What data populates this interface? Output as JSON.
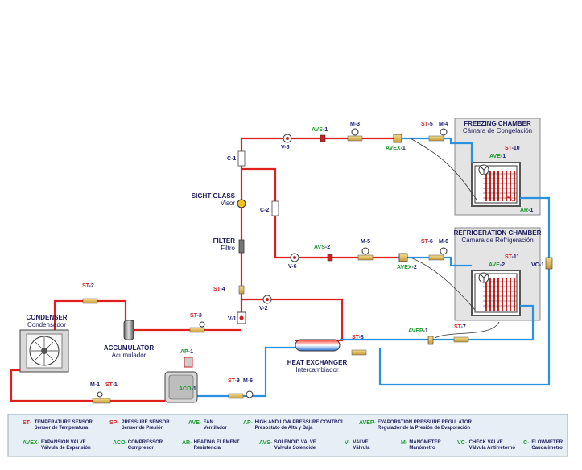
{
  "labels": {
    "freezing_chamber": {
      "en": "FREEZING CHAMBER",
      "es": "Cámara de Congelación"
    },
    "refrigeration_chamber": {
      "en": "REFRIGERATION CHAMBER",
      "es": "Cámara de Refrigeración"
    },
    "condenser": {
      "en": "CONDENSER",
      "es": "Condensador"
    },
    "accumulator": {
      "en": "ACCUMULATOR",
      "es": "Acumulador"
    },
    "heat_exchanger": {
      "en": "HEAT EXCHANGER",
      "es": "Intercambiador"
    },
    "sight_glass": {
      "en": "SIGHT GLASS",
      "es": "Visor"
    },
    "filter": {
      "en": "FILTER",
      "es": "Filtro"
    }
  },
  "tags": {
    "avs1": {
      "prefix": "AVS",
      "suffix": "-1"
    },
    "m3": {
      "prefix": "M",
      "suffix": "-3"
    },
    "st5": {
      "prefix": "ST",
      "suffix": "-5"
    },
    "m4": {
      "prefix": "M",
      "suffix": "-4"
    },
    "v5": {
      "prefix": "V",
      "suffix": "-5"
    },
    "avex1": {
      "prefix": "AVEX",
      "suffix": "-1"
    },
    "c1": {
      "prefix": "C",
      "suffix": "-1"
    },
    "c2": {
      "prefix": "C",
      "suffix": "-2"
    },
    "ave1": {
      "prefix": "AVE",
      "suffix": "-1"
    },
    "st10": {
      "prefix": "ST",
      "suffix": "-10"
    },
    "ar1": {
      "prefix": "AR",
      "suffix": "-1"
    },
    "avs2": {
      "prefix": "AVS",
      "suffix": "-2"
    },
    "m5": {
      "prefix": "M",
      "suffix": "-5"
    },
    "st6": {
      "prefix": "ST",
      "suffix": "-6"
    },
    "m6a": {
      "prefix": "M",
      "suffix": "-6"
    },
    "v6": {
      "prefix": "V",
      "suffix": "-6"
    },
    "avex2": {
      "prefix": "AVEX",
      "suffix": "-2"
    },
    "ave2": {
      "prefix": "AVE",
      "suffix": "-2"
    },
    "st11": {
      "prefix": "ST",
      "suffix": "-11"
    },
    "vc1": {
      "prefix": "VC",
      "suffix": "-1"
    },
    "st4": {
      "prefix": "ST",
      "suffix": "-4"
    },
    "v1": {
      "prefix": "V",
      "suffix": "-1"
    },
    "v2": {
      "prefix": "V",
      "suffix": "-2"
    },
    "st2": {
      "prefix": "ST",
      "suffix": "-2"
    },
    "st3": {
      "prefix": "ST",
      "suffix": "-3"
    },
    "st8": {
      "prefix": "ST",
      "suffix": "-8"
    },
    "avep1": {
      "prefix": "AVEP",
      "suffix": "-1"
    },
    "st7": {
      "prefix": "ST",
      "suffix": "-7"
    },
    "ap1": {
      "prefix": "AP",
      "suffix": "-1"
    },
    "aco1": {
      "prefix": "ACO",
      "suffix": "-1"
    },
    "st9": {
      "prefix": "ST",
      "suffix": "-9"
    },
    "m6b": {
      "prefix": "M",
      "suffix": "-6"
    },
    "m1": {
      "prefix": "M",
      "suffix": "-1"
    },
    "st1": {
      "prefix": "ST",
      "suffix": "-1"
    }
  },
  "legend": [
    {
      "code": "ST-",
      "en": "TEMPERATURE SENSOR",
      "es": "Sensor de Temperatura"
    },
    {
      "code": "SP-",
      "en": "PRESSURE SENSOR",
      "es": "Sensor de Presión"
    },
    {
      "code": "AVE-",
      "en": "FAN",
      "es": "Ventilador"
    },
    {
      "code": "AP-",
      "en": "HIGH AND LOW PRESSURE CONTROL",
      "es": "Presostato de Alta y Baja"
    },
    {
      "code": "AVEP-",
      "en": "EVAPORATION PRESSURE  REGULATOR",
      "es": "Regulador de la Presión de Evaporación"
    },
    {
      "code": "AVEX-",
      "en": "EXPANSION VALVE",
      "es": "Válvula de Expansión"
    },
    {
      "code": "ACO-",
      "en": "COMPRESSOR",
      "es": "Compresor"
    },
    {
      "code": "AR-",
      "en": "HEATING ELEMENT",
      "es": "Resistencia"
    },
    {
      "code": "AVS-",
      "en": "SOLENOID VALVE",
      "es": "Válvula Solenoide"
    },
    {
      "code": "V-",
      "en": "VALVE",
      "es": "Válvula"
    },
    {
      "code": "M-",
      "en": "MANOMETER",
      "es": "Manómetro"
    },
    {
      "code": "VC-",
      "en": "CHECK VALVE",
      "es": "Válvula Antirretorno"
    },
    {
      "code": "C-",
      "en": "FLOWMETER",
      "es": "Caudalímetro"
    }
  ],
  "colors": {
    "hot_line": "#e0201c",
    "cold_line": "#2a90e0",
    "prefix_red": "#d42020",
    "prefix_green": "#1a9a2a",
    "chamber_bg": "#e4e4e4",
    "legend_bg": "#e6eef6"
  }
}
